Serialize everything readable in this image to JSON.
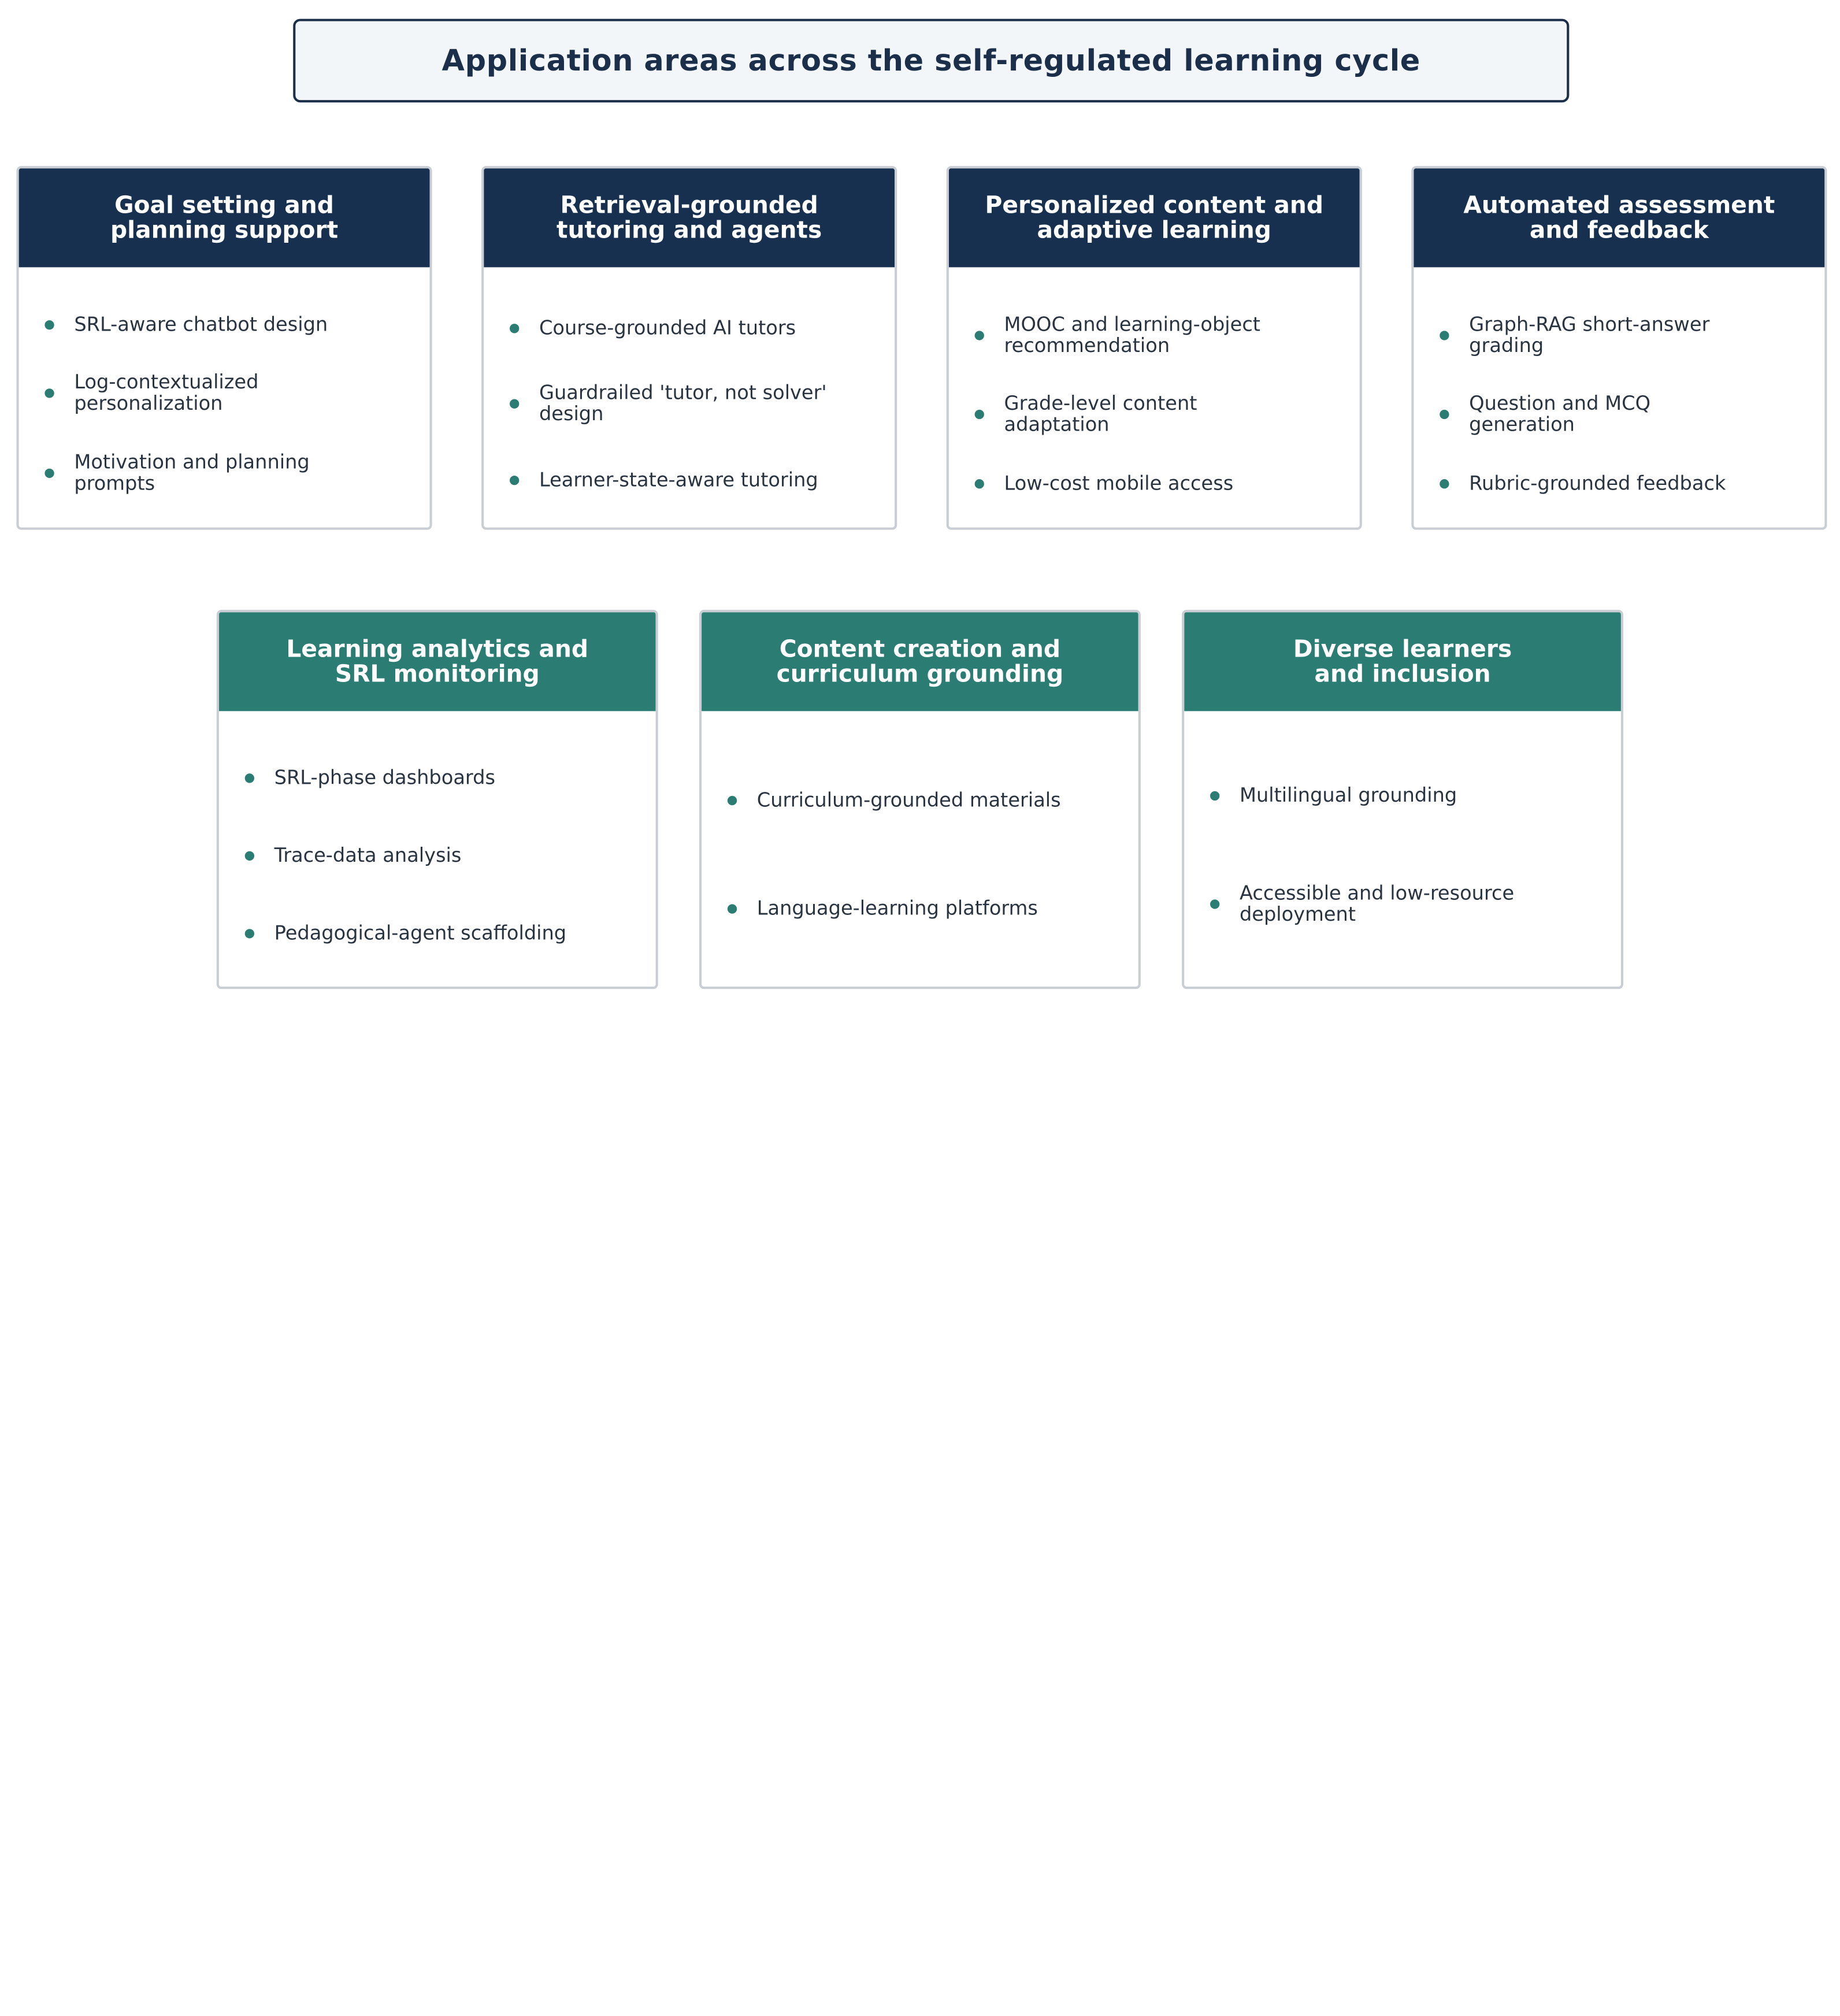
{
  "title": "Application areas across the self-regulated learning cycle",
  "cards": [
    {
      "header": "Goal setting and\nplanning support",
      "items": [
        "SRL-aware chatbot design",
        "Log-contextualized personalization",
        "Motivation and planning prompts"
      ]
    },
    {
      "header": "Retrieval-grounded\ntutoring and agents",
      "items": [
        "Course-grounded AI tutors",
        "Guardrailed 'tutor, not solver' design",
        "Learner-state-aware tutoring"
      ]
    },
    {
      "header": "Personalized content and\nadaptive learning",
      "items": [
        "MOOC and learning-object recommendation",
        "Grade-level content adaptation",
        "Low-cost mobile access"
      ]
    },
    {
      "header": "Automated assessment\nand feedback",
      "items": [
        "Graph-RAG short-answer grading",
        "Question and MCQ generation",
        "Rubric-grounded feedback"
      ]
    },
    {
      "header": "Learning analytics and\nSRL monitoring",
      "items": [
        "SRL-phase dashboards",
        "Trace-data analysis",
        "Pedagogical-agent scaffolding"
      ]
    },
    {
      "header": "Content creation and\ncurriculum grounding",
      "items": [
        "Curriculum-grounded materials",
        "Language-learning platforms"
      ]
    },
    {
      "header": "Diverse learners\nand inclusion",
      "items": [
        "Multilingual grounding",
        "Accessible and low-resource deployment"
      ]
    }
  ],
  "colors": {
    "navy_header": "#17304f",
    "teal_header": "#2b7d74",
    "bullet": "#2b7d74",
    "border": "#c9ced4"
  }
}
